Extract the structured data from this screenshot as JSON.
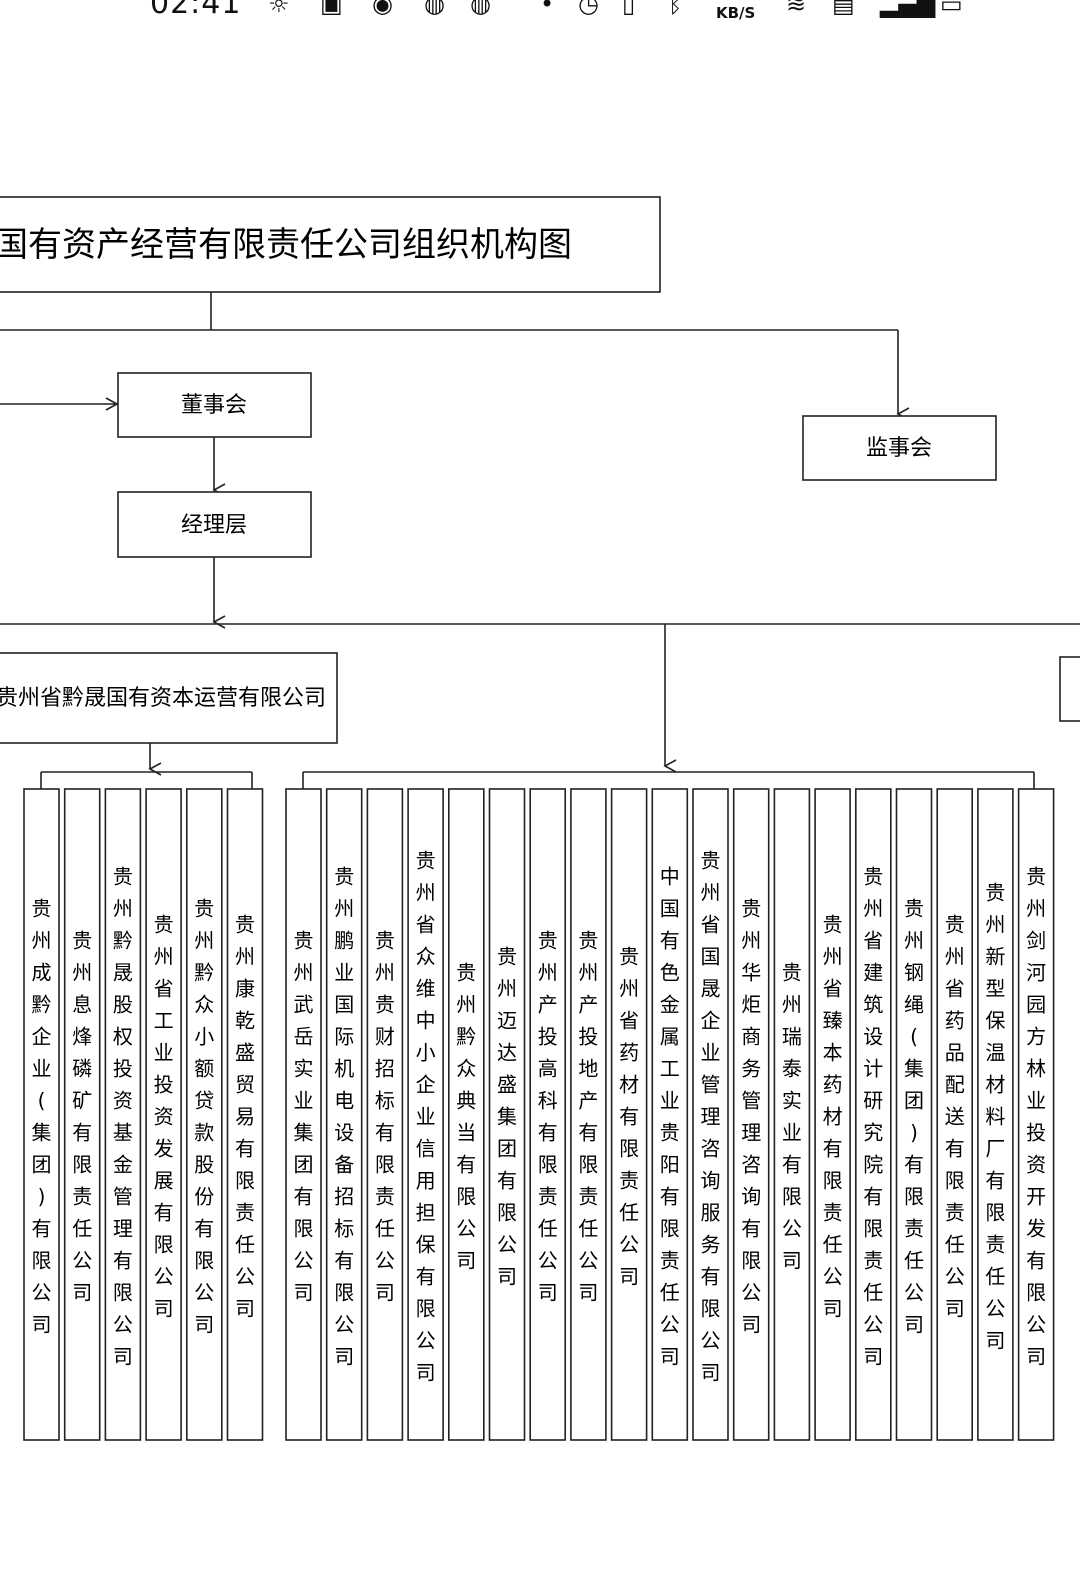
{
  "status_bar": {
    "time": "02:41",
    "speed_unit": "KB/S",
    "icons": [
      "brightness-icon",
      "app-icon",
      "app-icon",
      "chat-icon",
      "chat-icon",
      "dot-icon",
      "alarm-icon",
      "vibrate-icon",
      "bluetooth-icon",
      "wifi-icon",
      "hd-icon",
      "signal-icon",
      "battery-icon"
    ]
  },
  "org_chart": {
    "title": "国有资产经营有限责任公司组织机构图",
    "board": "董事会",
    "supervisors": "监事会",
    "management": "经理层",
    "subsidiary": "贵州省黔晟国有资本运营有限公司",
    "group_a": [
      "贵州成黔企业(集团)有限公司",
      "贵州息烽磷矿有限责任公司",
      "贵州黔晟股权投资基金管理有限公司",
      "贵州省工业投资发展有限公司",
      "贵州黔众小额贷款股份有限公司",
      "贵州康乾盛贸易有限责任公司"
    ],
    "group_b": [
      "贵州武岳实业集团有限公司",
      "贵州鹏业国际机电设备招标有限公司",
      "贵州贵财招标有限责任公司",
      "贵州省众维中小企业信用担保有限公司",
      "贵州黔众典当有限公司",
      "贵州迈达盛集团有限公司",
      "贵州产投高科有限责任公司",
      "贵州产投地产有限责任公司",
      "贵州省药材有限责任公司",
      "中国有色金属工业贵阳有限责任公司",
      "贵州省国晟企业管理咨询服务有限公司",
      "贵州华炬商务管理咨询有限公司",
      "贵州瑞泰实业有限公司",
      "贵州省臻本药材有限责任公司",
      "贵州省建筑设计研究院有限责任公司",
      "贵州钢绳(集团)有限责任公司",
      "贵州省药品配送有限责任公司",
      "贵州新型保温材料厂有限责任公司",
      "贵州剑河园方林业投资开发有限公司"
    ]
  }
}
